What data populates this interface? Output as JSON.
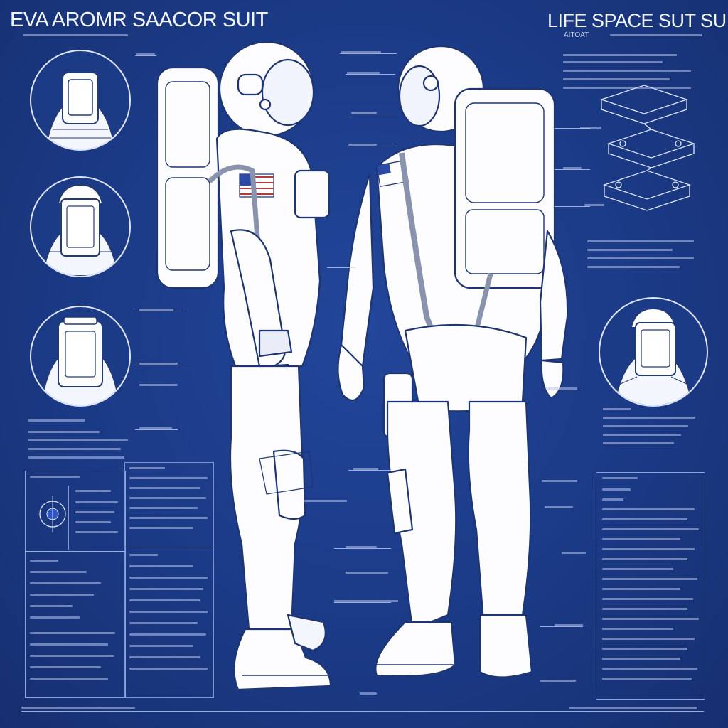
{
  "header": {
    "title_left": "EVA AROMR SAACOR SUIT",
    "title_right": "LIFE SPACE SUT SUIT",
    "title_right_sub": "AITOAT"
  },
  "colors": {
    "background": "#1b3a86",
    "lines": "#e6ecff",
    "suit": "#ffffff"
  },
  "flag_icon": "us-flag-icon"
}
